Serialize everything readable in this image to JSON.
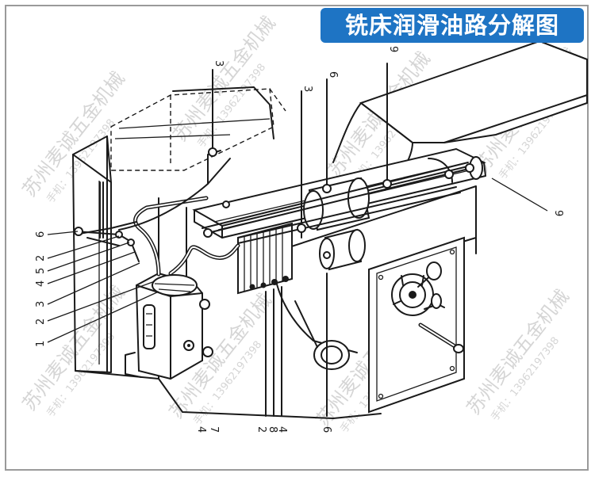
{
  "title": "铣床润滑油路分解图",
  "watermark": {
    "company": "苏州麦诚五金机械",
    "phone": "手机：13962197398"
  },
  "callouts": {
    "left": [
      "6",
      "2",
      "5",
      "4",
      "3",
      "2",
      "1"
    ],
    "top": [
      "3",
      "3",
      "6",
      "9"
    ],
    "right": "9",
    "bottom": [
      "4",
      "7",
      "2",
      "8",
      "4",
      "6"
    ]
  },
  "colors": {
    "title_bg": "#1e74c4",
    "title_text": "#ffffff",
    "line": "#1a1a1a",
    "watermark": "#c8c8c8"
  }
}
